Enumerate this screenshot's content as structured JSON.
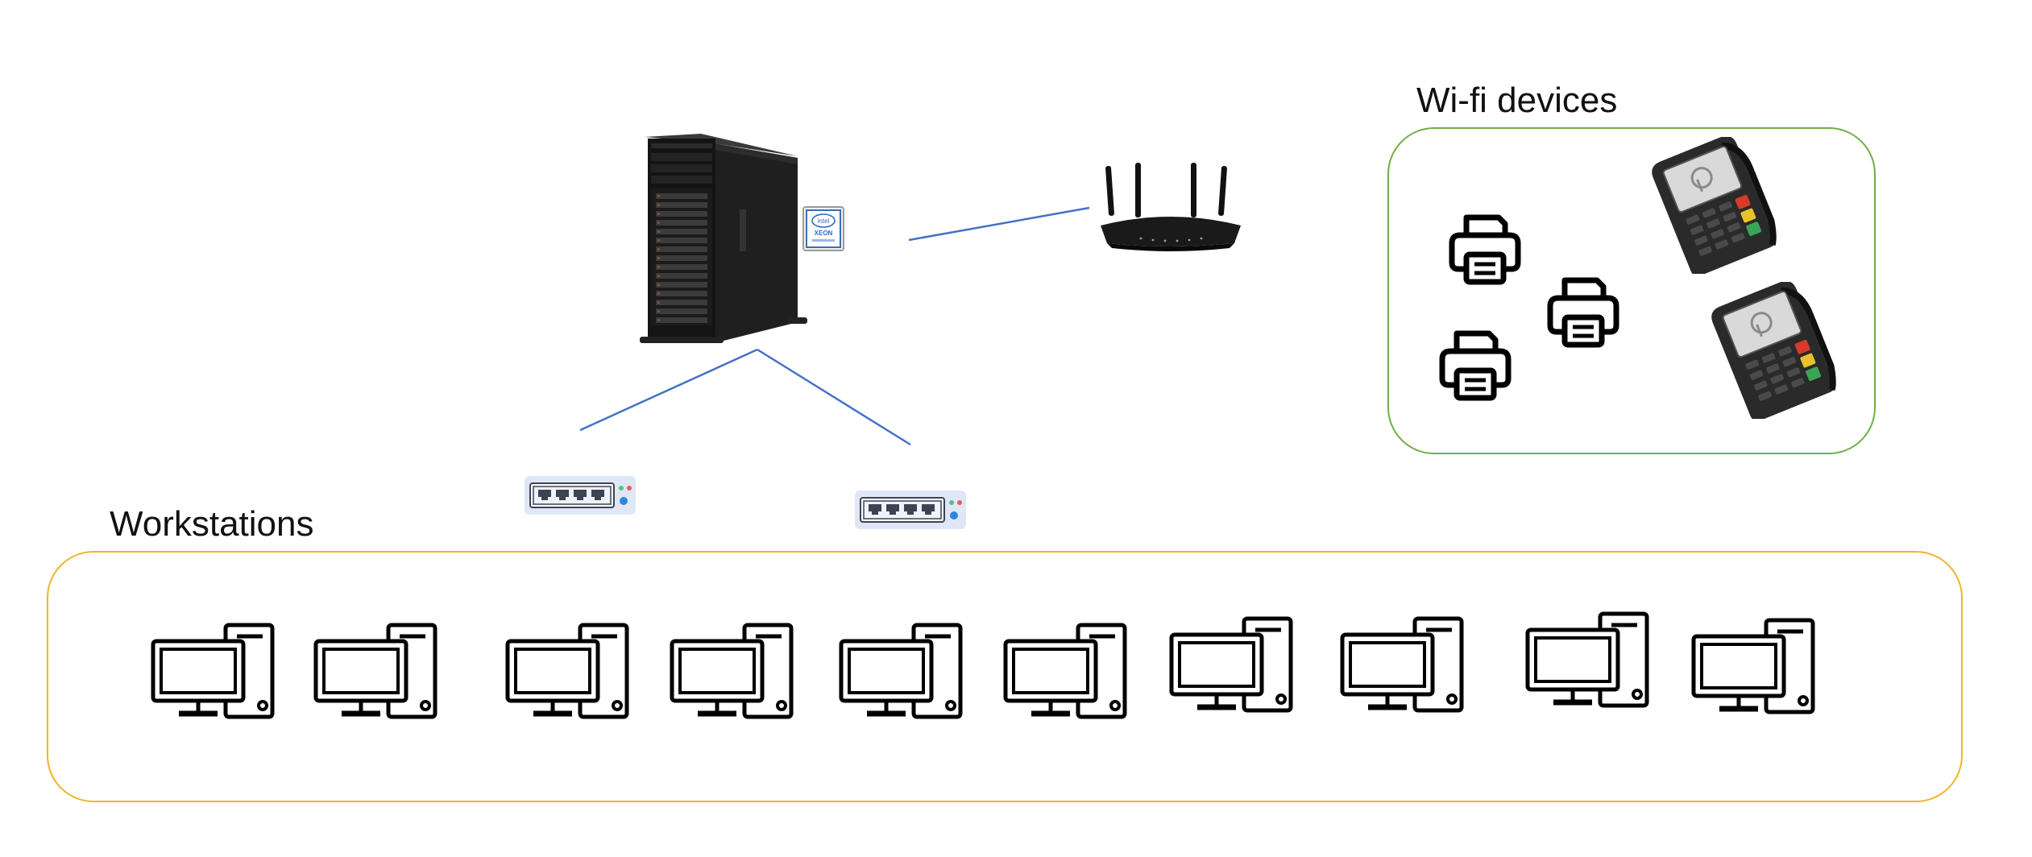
{
  "labels": {
    "wifi_group": "Wi-fi devices",
    "workstations_group": "Workstations"
  },
  "server": {
    "cpu_badge_lines": [
      "intel",
      "XEON"
    ]
  },
  "icons": {
    "server": "tower-server-icon",
    "cpu": "intel-xeon-badge-icon",
    "router": "wifi-router-icon",
    "switch": "network-switch-icon",
    "printer": "printer-icon",
    "pos": "pos-payment-terminal-icon",
    "workstation": "desktop-computer-icon"
  },
  "colors": {
    "wifi_group_border": "#70ad47",
    "workstations_group_border": "#f0b429",
    "connection_line": "#4472c4",
    "icon_stroke": "#000000",
    "switch_body": "#dfe7f7"
  },
  "workstation_count": 10,
  "printer_count": 3,
  "pos_terminal_count": 2,
  "switch_count": 2
}
